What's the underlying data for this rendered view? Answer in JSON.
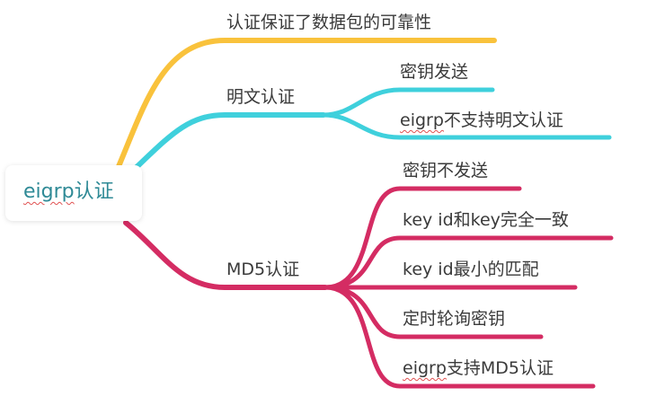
{
  "root": {
    "term": "eigrp",
    "suffix": "认证"
  },
  "colors": {
    "yellow_branch": "#f9c23c",
    "cyan_branch": "#3fd0dc",
    "crimson_branch": "#d42c63",
    "root_text": "#2f8a96",
    "node_text": "#3a3a3a",
    "spell_underline": "#e05050"
  },
  "branches": {
    "integrity": {
      "label": "认证保证了数据包的可靠性"
    },
    "plaintext": {
      "label": "明文认证",
      "children": [
        {
          "label": "密钥发送"
        },
        {
          "term": "eigrp",
          "rest": "不支持明文认证"
        }
      ]
    },
    "md5": {
      "label": "MD5认证",
      "children": [
        {
          "label": "密钥不发送"
        },
        {
          "label": "key id和key完全一致"
        },
        {
          "label": "key id最小的匹配"
        },
        {
          "label": "定时轮询密钥"
        },
        {
          "term": "eigrp",
          "rest": "支持MD5认证"
        }
      ]
    }
  }
}
